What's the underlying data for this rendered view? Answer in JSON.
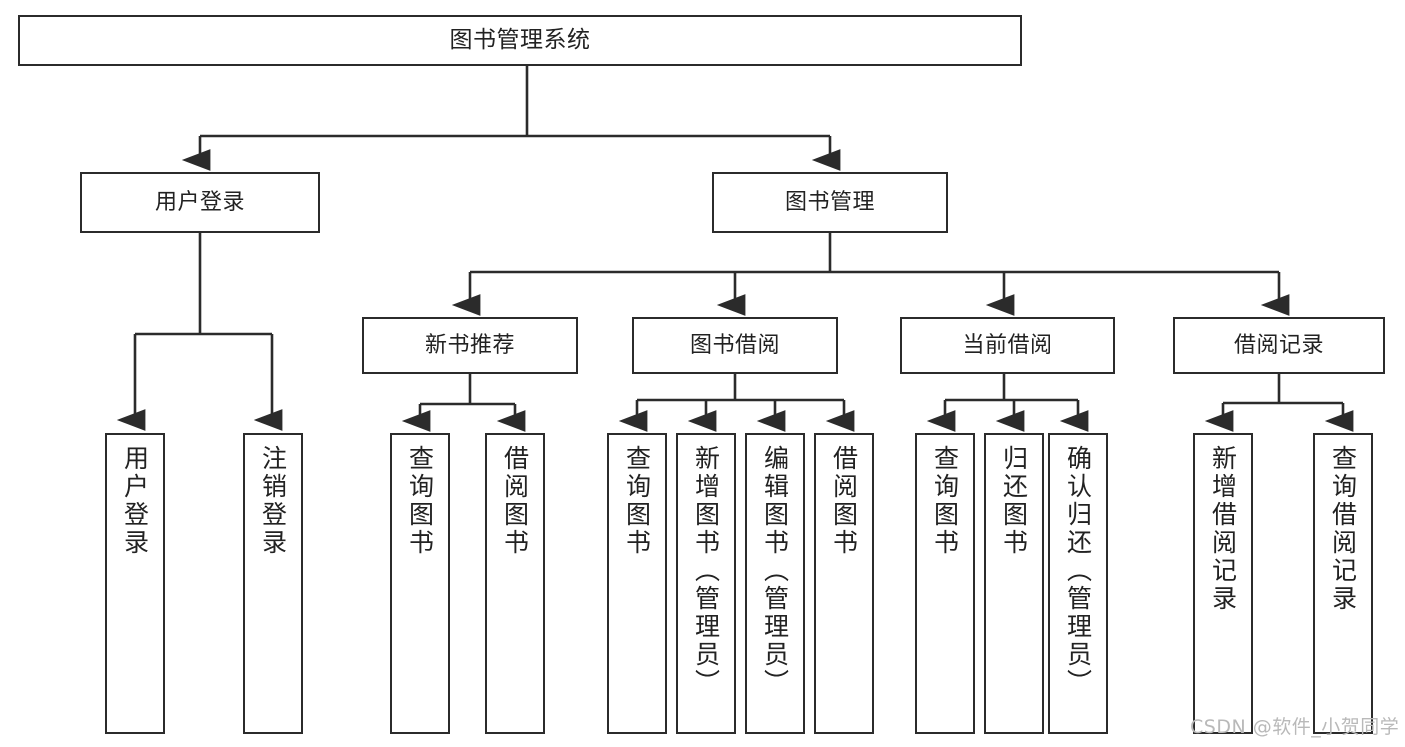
{
  "diagram": {
    "type": "tree",
    "title": "图书管理系统",
    "orientation": "top-down",
    "colors": {
      "box_border": "#2b2b2b",
      "box_fill": "#ffffff",
      "connector": "#2b2b2b",
      "text": "#222222",
      "watermark": "#b9b9b9",
      "background": "#ffffff"
    },
    "root": {
      "label": "图书管理系统"
    },
    "level1": [
      {
        "label": "用户登录"
      },
      {
        "label": "图书管理"
      }
    ],
    "level2": [
      {
        "label": "新书推荐"
      },
      {
        "label": "图书借阅"
      },
      {
        "label": "当前借阅"
      },
      {
        "label": "借阅记录"
      }
    ],
    "leaves": {
      "user_login": [
        {
          "label": "用户登录"
        },
        {
          "label": "注销登录"
        }
      ],
      "new_book_recommend": [
        {
          "label": "查询图书"
        },
        {
          "label": "借阅图书"
        }
      ],
      "book_borrow": [
        {
          "label": "查询图书"
        },
        {
          "label": "新增图书（管理员）"
        },
        {
          "label": "编辑图书（管理员）"
        },
        {
          "label": "借阅图书"
        }
      ],
      "current_borrow": [
        {
          "label": "查询图书"
        },
        {
          "label": "归还图书"
        },
        {
          "label": "确认归还（管理员）"
        }
      ],
      "borrow_record": [
        {
          "label": "新增借阅记录"
        },
        {
          "label": "查询借阅记录"
        }
      ]
    }
  },
  "watermark": {
    "text": "CSDN @软件_小贺同学"
  }
}
